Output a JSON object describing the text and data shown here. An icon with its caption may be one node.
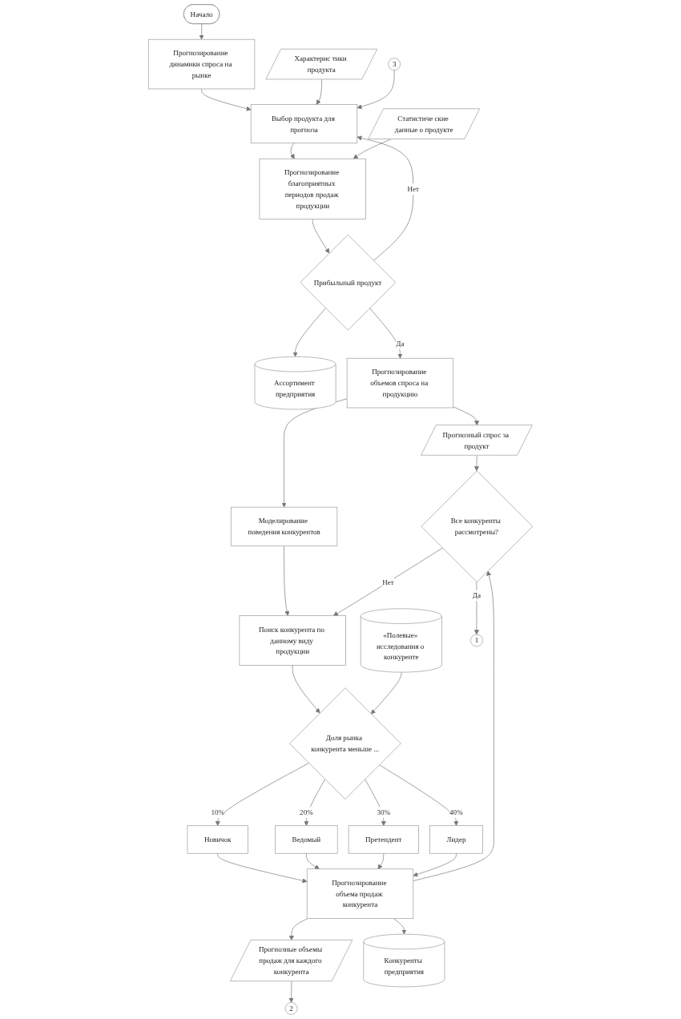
{
  "diagram": {
    "nodes": [
      {
        "text": [
          "Начало"
        ]
      },
      {
        "text": [
          "Прогнозирование динамики спроса на рынке"
        ]
      },
      {
        "text": [
          "Характерис тики продукта"
        ]
      },
      {
        "text": [
          "Выбор продукта для прогноза"
        ]
      },
      {
        "text": [
          "Статистиче ские данные о продукте"
        ]
      },
      {
        "text": [
          "Прогнозирование благоприятных периодов продаж продукции"
        ]
      },
      {
        "text": [
          "Прибыльный продукт"
        ]
      },
      {
        "text": [
          "Ассортимент предприятия"
        ]
      },
      {
        "text": [
          "Прогнозирование объемов спроса на продукцию"
        ]
      },
      {
        "text": [
          "Прогнозный спрос за продукт"
        ]
      },
      {
        "text": [
          "Моделирование поведения конкурентов"
        ]
      },
      {
        "text": [
          "Поиск конкурента по данному виду продукции"
        ]
      },
      {
        "text": [
          "«Полевые» исследования о конкуренте"
        ]
      },
      {
        "text": [
          "Доля рынка конкурента меньше ..."
        ]
      },
      {
        "text": [
          "Новичок"
        ]
      },
      {
        "text": [
          "Ведомый"
        ]
      },
      {
        "text": [
          "Претендент"
        ]
      },
      {
        "text": [
          "Лидер"
        ]
      },
      {
        "text": [
          "Прогнозирование объема продаж конкурента"
        ]
      },
      {
        "text": [
          "Прогнозные объемы продаж для каждого конкурента"
        ]
      },
      {
        "text": [
          "Конкуренты предприятия"
        ]
      },
      {
        "text": [
          "Все конкуренты рассмотрены?"
        ]
      },
      {
        "text": [
          "2"
        ]
      },
      {
        "text": [
          "1"
        ]
      },
      {
        "text": [
          "3"
        ]
      }
    ],
    "edges": [
      {
        "from": 0,
        "to": 1,
        "arrow": "to"
      },
      {
        "from": 1,
        "to": 3,
        "arrow": "to"
      },
      {
        "from": 2,
        "to": 3,
        "arrow": "to"
      },
      {
        "from": 3,
        "to": 5,
        "arrow": "to"
      },
      {
        "from": 4,
        "to": 5,
        "arrow": "to"
      },
      {
        "from": 5,
        "to": 6,
        "arrow": "to"
      },
      {
        "from": 6,
        "to": 3,
        "arrow": "to",
        "label": "Нет"
      },
      {
        "from": 6,
        "to": 8,
        "arrow": "to",
        "label": "Да"
      },
      {
        "from": 6,
        "to": 7,
        "arrow": "to"
      },
      {
        "from": 8,
        "to": 9,
        "arrow": "to"
      },
      {
        "from": 8,
        "to": 10,
        "arrow": "to"
      },
      {
        "from": 10,
        "to": 11,
        "arrow": "to"
      },
      {
        "from": 11,
        "to": 13,
        "arrow": "to"
      },
      {
        "from": 12,
        "to": 13,
        "arrow": "to"
      },
      {
        "from": 13,
        "to": 14,
        "arrow": "to",
        "label": "10%"
      },
      {
        "from": 13,
        "to": 15,
        "arrow": "to",
        "label": "20%"
      },
      {
        "from": 13,
        "to": 16,
        "arrow": "to",
        "label": "30%"
      },
      {
        "from": 13,
        "to": 17,
        "arrow": "to",
        "label": "40%"
      },
      {
        "from": 14,
        "to": 18,
        "arrow": "to"
      },
      {
        "from": 15,
        "to": 18,
        "arrow": "to"
      },
      {
        "from": 16,
        "to": 18,
        "arrow": "to"
      },
      {
        "from": 17,
        "to": 18,
        "arrow": "to"
      },
      {
        "from": 18,
        "to": 19,
        "arrow": "to"
      },
      {
        "from": 18,
        "to": 20,
        "arrow": "to"
      },
      {
        "from": 18,
        "to": 21,
        "arrow": "to"
      },
      {
        "from": 9,
        "to": 21,
        "arrow": "to"
      },
      {
        "from": 21,
        "to": 11,
        "arrow": "to",
        "label": "Нет"
      },
      {
        "from": 21,
        "to": 23,
        "arrow": "to",
        "label": "Да"
      },
      {
        "from": 19,
        "to": 22,
        "arrow": "to"
      },
      {
        "from": 24,
        "to": 3,
        "arrow": "to"
      }
    ]
  }
}
